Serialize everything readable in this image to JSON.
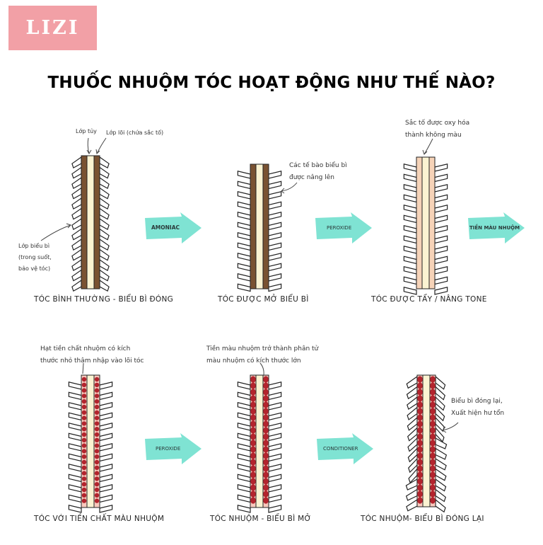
{
  "logo": {
    "text": "LIZI",
    "bg_color": "#f2a0a6"
  },
  "title": "THUỐC NHUỘM TÓC HOẠT ĐỘNG NHƯ THẾ NÀO?",
  "colors": {
    "arrow": "#7fe3d3",
    "cortex_natural": "#7a5232",
    "cortex_bleached": "#f6d3b8",
    "medulla": "#fbf3d2",
    "cortex_dyed": "#f8c9bd",
    "dye_molecule": "#b3242d"
  },
  "row1": {
    "stages": [
      {
        "caption": "TÓC BÌNH THƯỜNG - BIỂU BÌ ĐÓNG",
        "notes": {
          "medulla": "Lớp tủy",
          "cortex": "Lớp lõi (chứa sắc tố)",
          "cuticle": [
            "Lớp biểu bì",
            "(trong suốt,",
            "bảo vệ tóc)"
          ]
        }
      },
      {
        "caption": "TÓC ĐƯỢC MỞ BIỂU BÌ",
        "notes": {
          "cuticle": [
            "Các tế bào biểu bì",
            "được nâng lên"
          ]
        }
      },
      {
        "caption": "TÓC ĐƯỢC TẨY / NÂNG TONE",
        "notes": {
          "pigment": [
            "Sắc tố được oxy hóa",
            "thành không màu"
          ]
        }
      }
    ],
    "arrows": [
      "AMONIAC",
      "PEROXIDE",
      "TIỀN MÀU NHUỘM"
    ]
  },
  "row2": {
    "stages": [
      {
        "caption": "TÓC VỚI TIỀN CHẤT MÀU NHUỘM",
        "notes": {
          "precursor": [
            "Hạt tiền chất nhuộm có kích",
            "thước nhỏ thâm nhập vào lõi tóc"
          ]
        }
      },
      {
        "caption": "TÓC NHUỘM - BIỂU BÌ MỞ",
        "notes": {
          "molecule": [
            "Tiền màu nhuộm trở thành phân tử",
            "màu nhuộm có kích thước lớn"
          ]
        }
      },
      {
        "caption": "TÓC NHUỘM- BIỂU BÌ ĐÓNG LẠI",
        "notes": {
          "damage": [
            "Biểu bì đóng lại,",
            "Xuất hiện hư tổn"
          ]
        }
      }
    ],
    "arrows": [
      "PEROXIDE",
      "CONDITIONER"
    ]
  }
}
